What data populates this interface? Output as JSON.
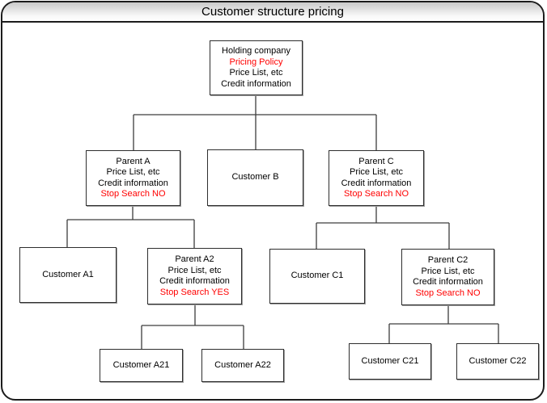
{
  "window": {
    "title": "Customer structure pricing"
  },
  "colors": {
    "highlight_red": "#ff0000",
    "text": "#000000",
    "box_border": "#2e2e2e",
    "titlebar_gradient_top": "#c9c9c9",
    "titlebar_gradient_bottom": "#ffffff"
  },
  "diagram": {
    "nodes": {
      "holding": {
        "lines": [
          "Holding company",
          "Pricing Policy",
          "Price List, etc",
          "Credit information"
        ],
        "highlight_line": 1
      },
      "parent_a": {
        "lines": [
          "Parent A",
          "Price List, etc",
          "Credit information",
          "Stop Search NO"
        ],
        "highlight_line": 3
      },
      "customer_b": {
        "lines": [
          "Customer B"
        ]
      },
      "parent_c": {
        "lines": [
          "Parent C",
          "Price List, etc",
          "Credit information",
          "Stop Search NO"
        ],
        "highlight_line": 3
      },
      "customer_a1": {
        "lines": [
          "Customer A1"
        ]
      },
      "parent_a2": {
        "lines": [
          "Parent A2",
          "Price List, etc",
          "Credit information",
          "Stop Search YES"
        ],
        "highlight_line": 3
      },
      "customer_c1": {
        "lines": [
          "Customer C1"
        ]
      },
      "parent_c2": {
        "lines": [
          "Parent C2",
          "Price List, etc",
          "Credit information",
          "Stop Search NO"
        ],
        "highlight_line": 3
      },
      "customer_a21": {
        "lines": [
          "Customer A21"
        ]
      },
      "customer_a22": {
        "lines": [
          "Customer A22"
        ]
      },
      "customer_c21": {
        "lines": [
          "Customer C21"
        ]
      },
      "customer_c22": {
        "lines": [
          "Customer C22"
        ]
      }
    },
    "edges": [
      {
        "from": "holding",
        "to": [
          "parent_a",
          "customer_b",
          "parent_c"
        ]
      },
      {
        "from": "parent_a",
        "to": [
          "customer_a1",
          "parent_a2"
        ]
      },
      {
        "from": "parent_c",
        "to": [
          "customer_c1",
          "parent_c2"
        ]
      },
      {
        "from": "parent_a2",
        "to": [
          "customer_a21",
          "customer_a22"
        ]
      },
      {
        "from": "parent_c2",
        "to": [
          "customer_c21",
          "customer_c22"
        ]
      }
    ]
  }
}
